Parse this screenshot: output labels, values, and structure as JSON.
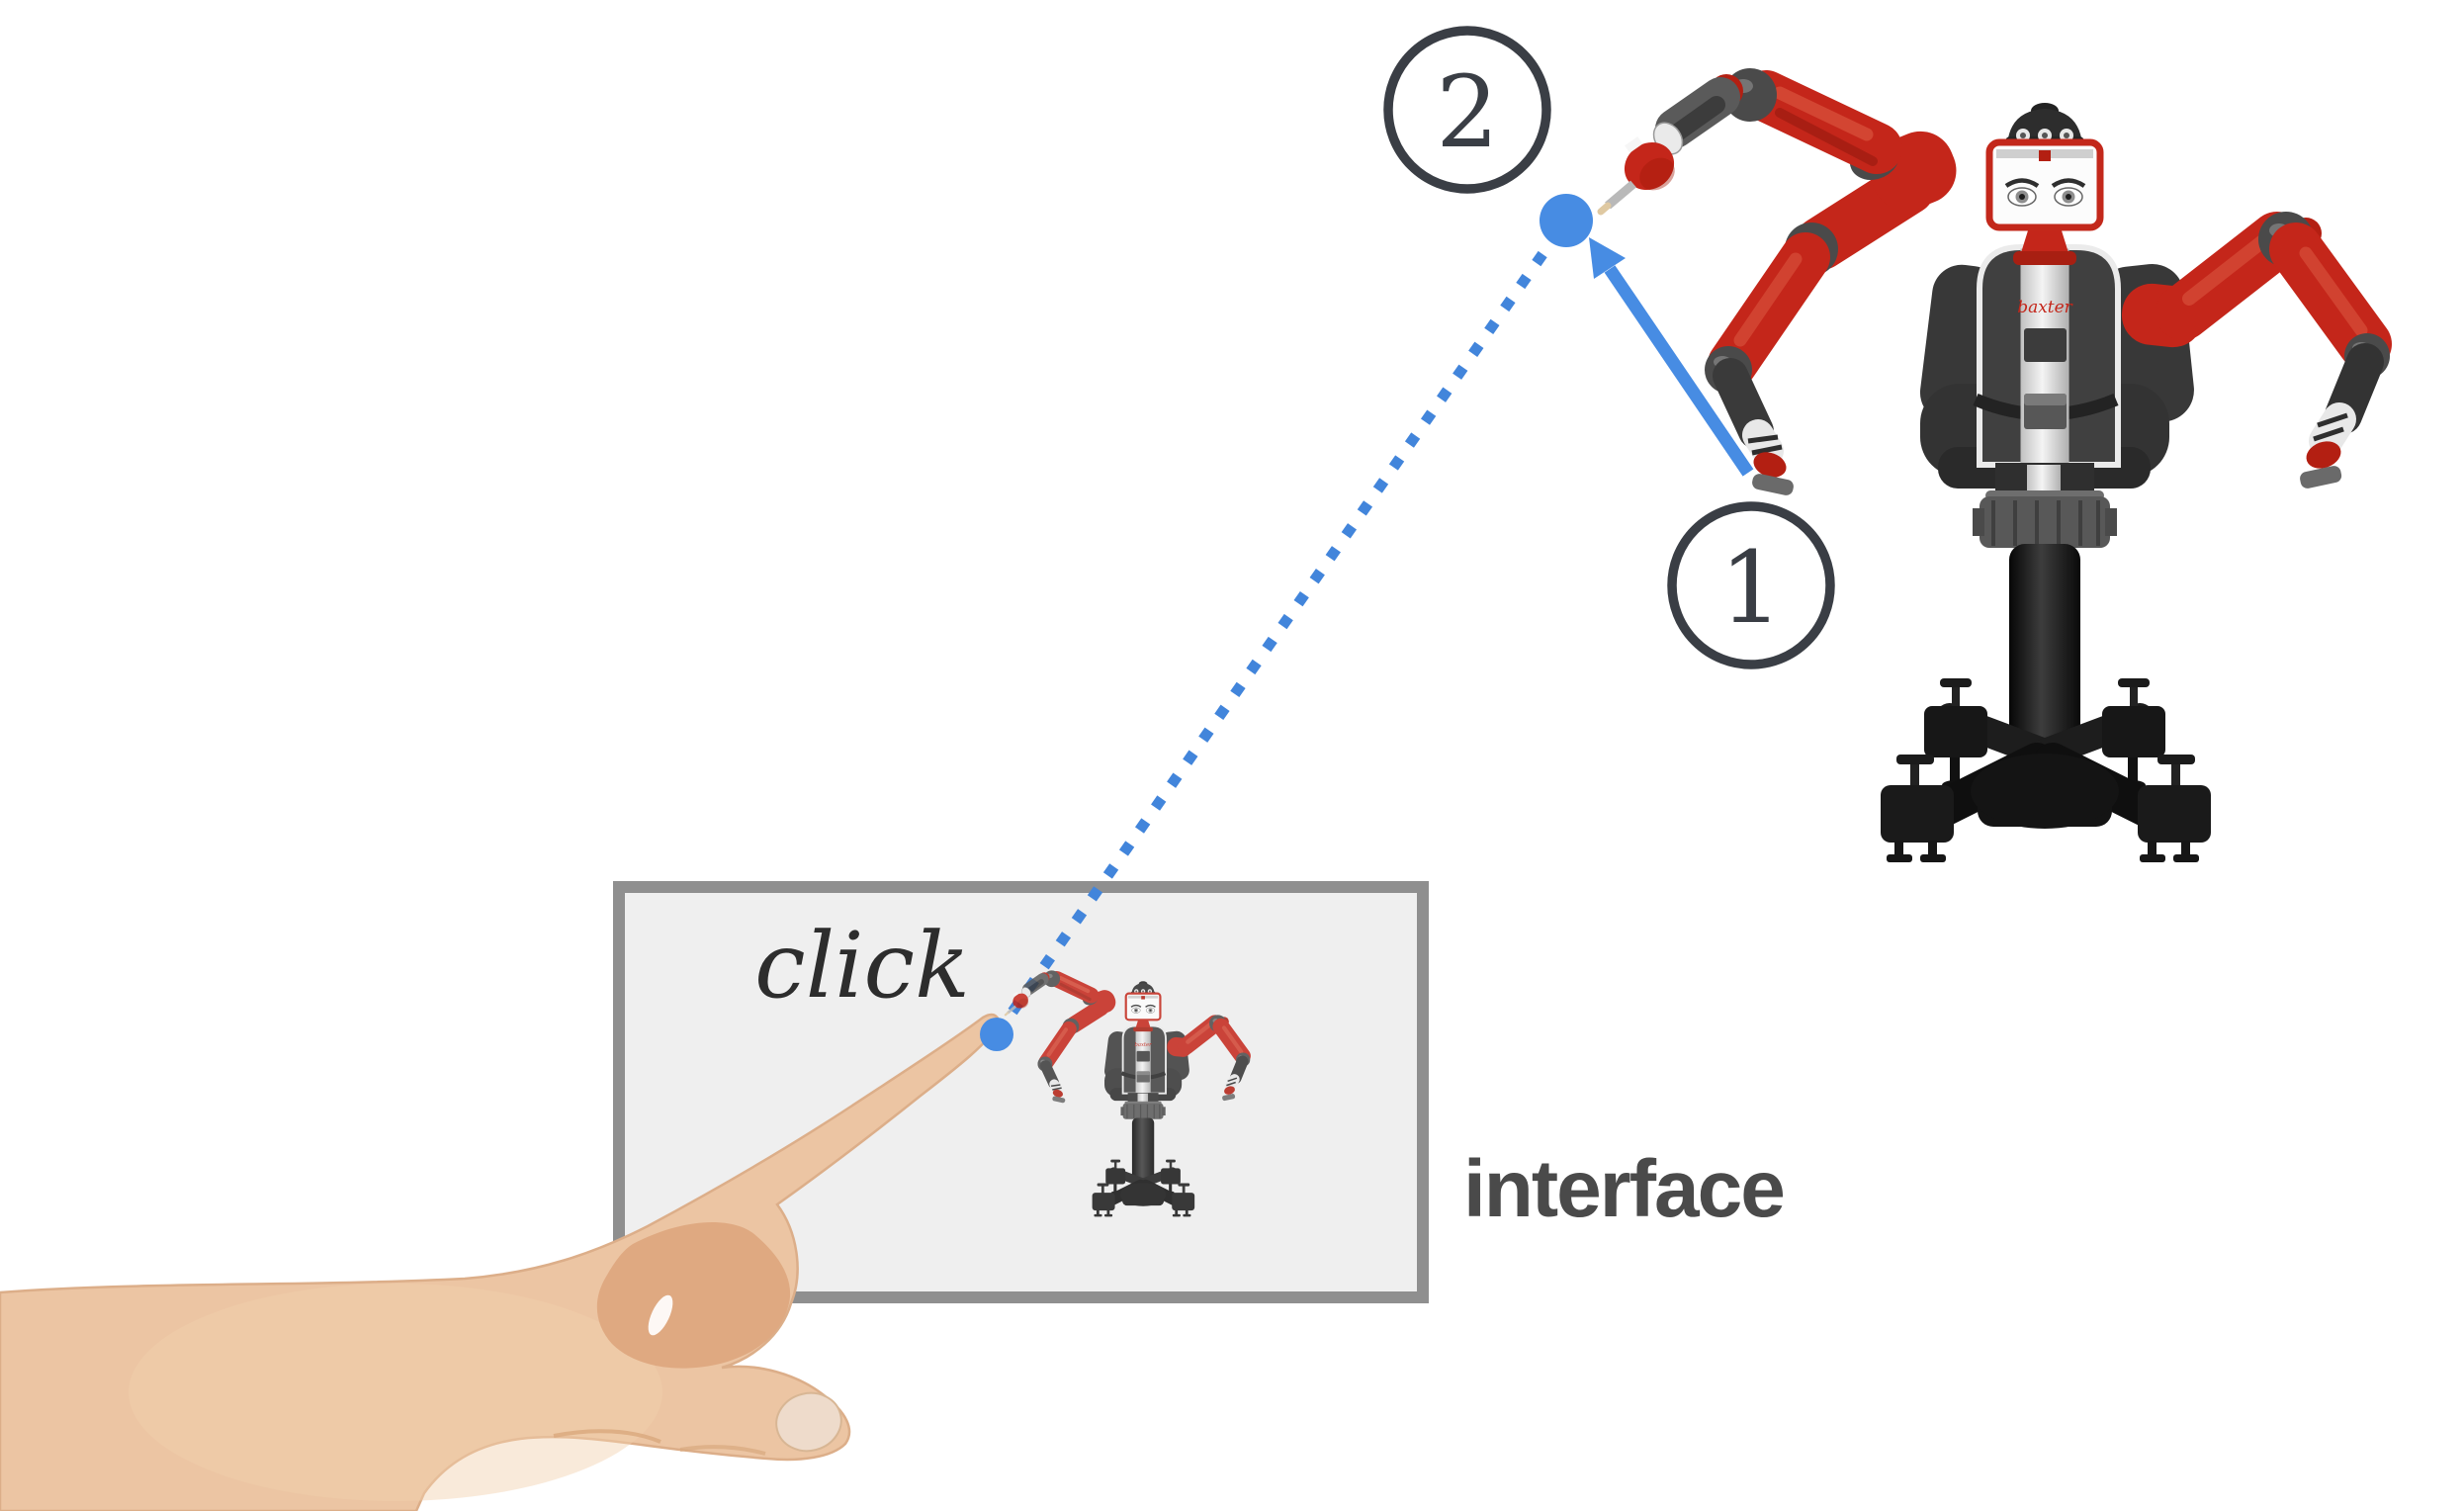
{
  "labels": {
    "click": "click",
    "interface": "interface"
  },
  "markers": {
    "step1": "1",
    "step2": "2"
  },
  "robot": {
    "brand_text": "baxter"
  },
  "icons": {
    "target_dot_robot": "blue-target-dot",
    "target_dot_interface": "blue-target-dot",
    "trajectory": "dotted-blue-line",
    "motion_arrow": "blue-arrow-up",
    "pointing_hand": "hand-pointing-icon",
    "robot_large": "baxter-robot-illustration",
    "robot_mini": "baxter-robot-mini-illustration"
  },
  "colors": {
    "accent_blue": "#478ce3",
    "dash_blue": "#4285db",
    "robot_red": "#c4261a",
    "robot_red_dark": "#b31f12",
    "joint_gray": "#4a4a4a",
    "marker_outline": "#3a3e45",
    "box_border": "#8f8f8f",
    "box_fill": "#efefef",
    "label_dark": "#2d2d2d",
    "label_gray": "#4a4a4a",
    "skin": "#ecc5a3",
    "skin_shadow": "#dfa981"
  }
}
